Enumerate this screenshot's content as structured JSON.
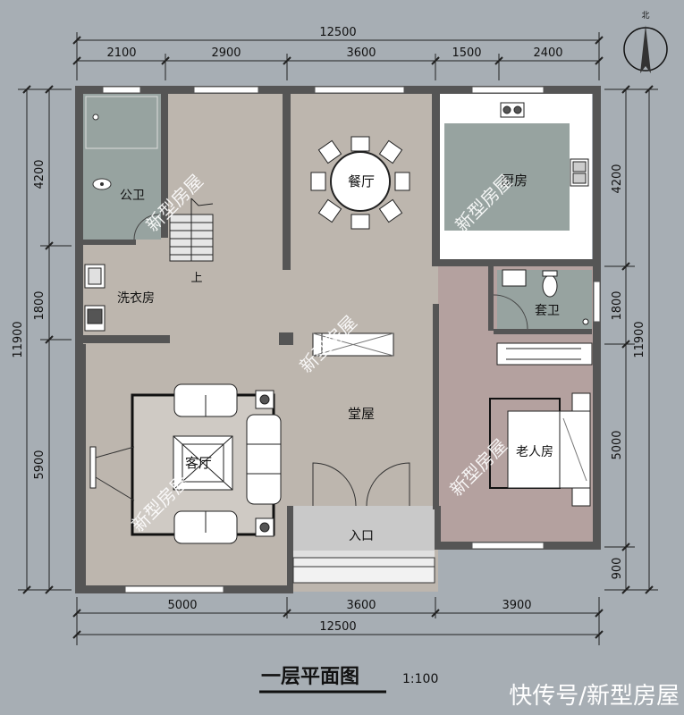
{
  "plan": {
    "title": "一层平面图",
    "scale": "1:100",
    "credit": "快传号/新型房屋",
    "watermark": "新型房屋",
    "north_symbol": "北"
  },
  "rooms": {
    "public_wc": "公卫",
    "laundry": "洗衣房",
    "dining": "餐厅",
    "kitchen": "厨房",
    "ensuite_wc": "套卫",
    "hall": "堂屋",
    "living": "客厅",
    "entrance": "入口",
    "elder_room": "老人房",
    "stair_up": "上"
  },
  "dimensions": {
    "top_total": "12500",
    "top_segments": [
      "2100",
      "2900",
      "3600",
      "1500",
      "2400"
    ],
    "bottom_total": "12500",
    "bottom_segments": [
      "5000",
      "3600",
      "3900"
    ],
    "left_total": "11900",
    "left_segments": [
      "4200",
      "1800",
      "5900"
    ],
    "right_total": "11900",
    "right_segments": [
      "4200",
      "1800",
      "5000",
      "900"
    ]
  },
  "colors": {
    "background": "#a7aeb4",
    "floor": "#bdb6ae",
    "bath": "#97a3a0",
    "kitchen_floor": "#97a3a0",
    "elder_floor": "#b4a19f",
    "wall": "#5a5a5a",
    "porch": "#c7c7c7"
  }
}
